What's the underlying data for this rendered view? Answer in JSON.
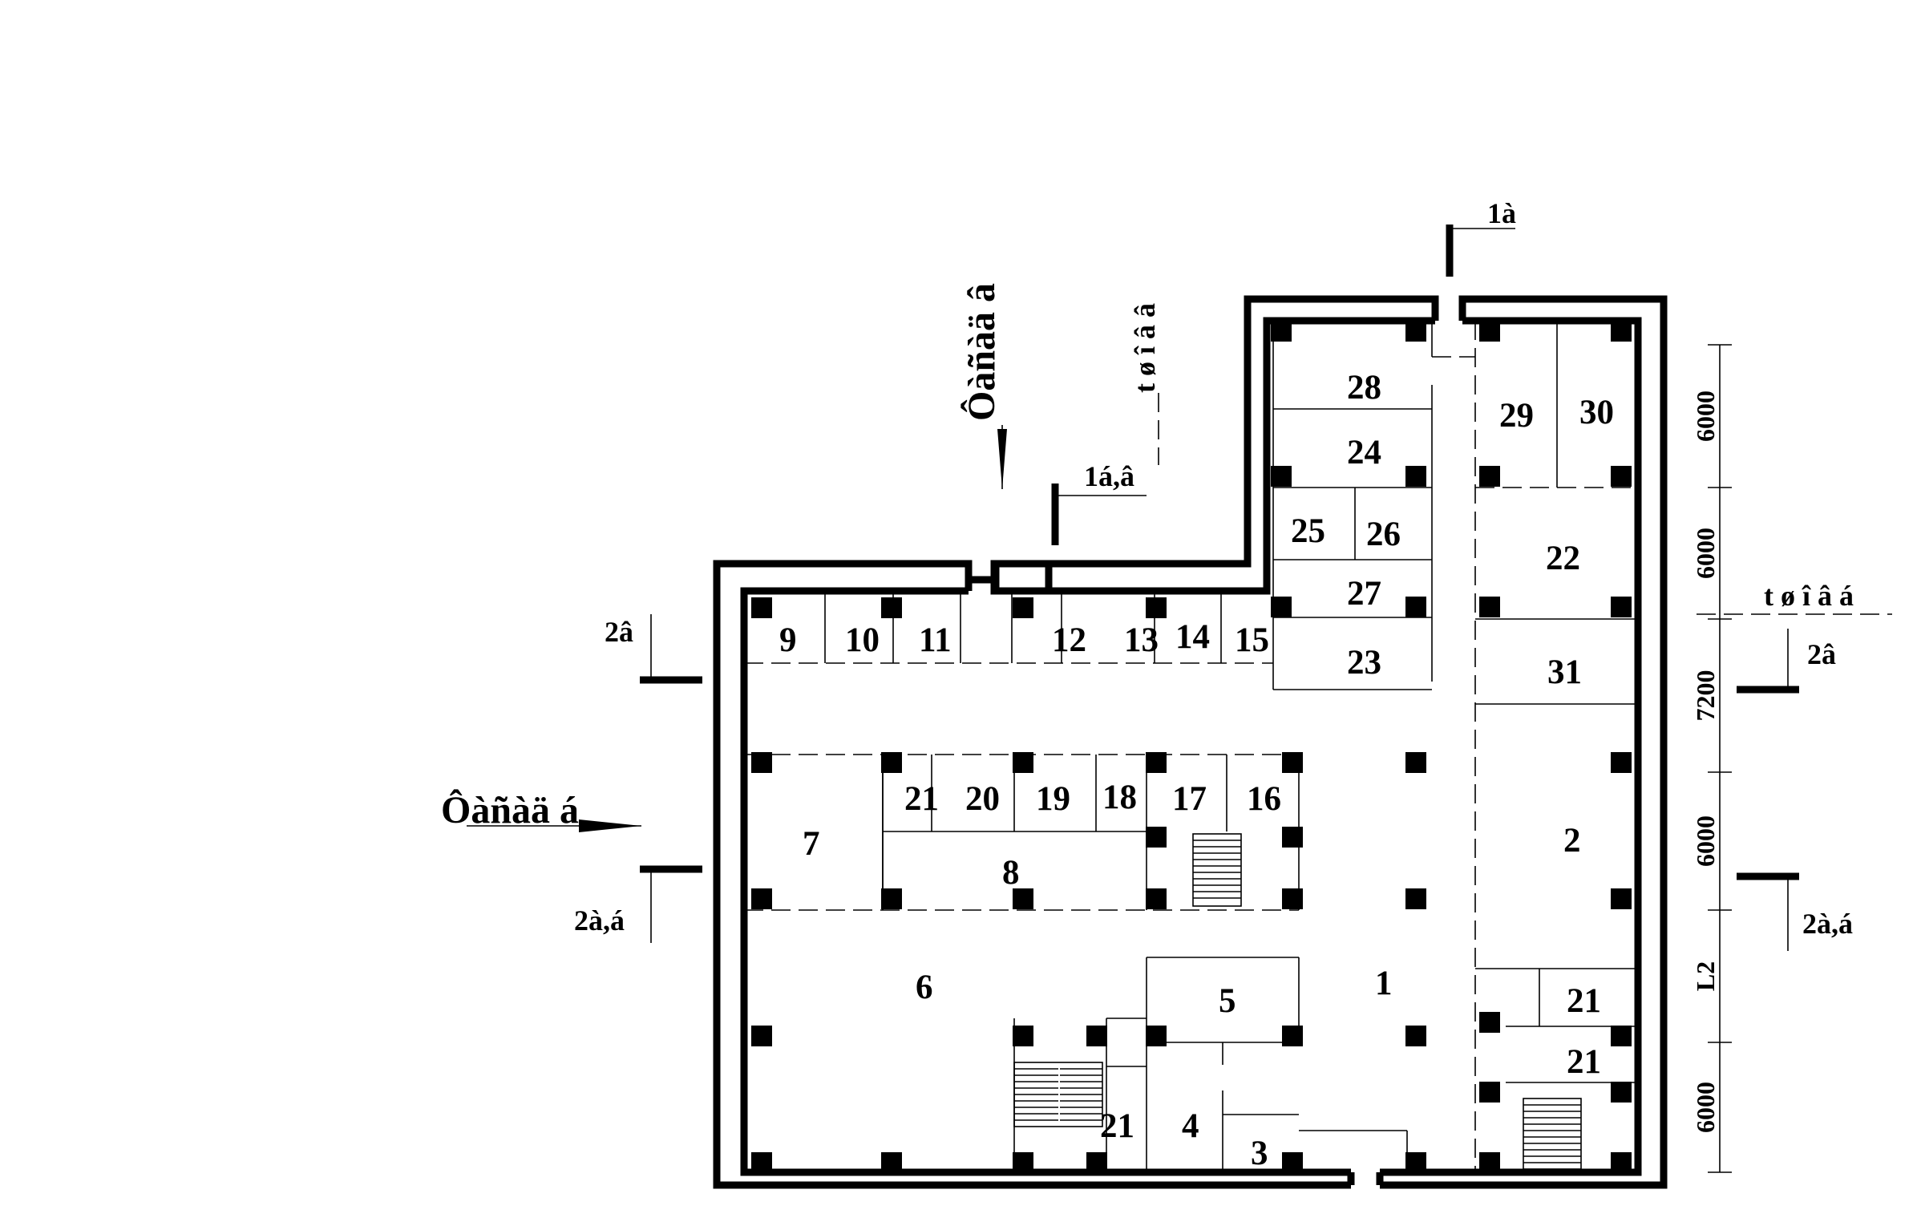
{
  "plan": {
    "rooms": [
      {
        "id": "r1",
        "label": "1"
      },
      {
        "id": "r2",
        "label": "2"
      },
      {
        "id": "r3",
        "label": "3"
      },
      {
        "id": "r4",
        "label": "4"
      },
      {
        "id": "r5",
        "label": "5"
      },
      {
        "id": "r6",
        "label": "6"
      },
      {
        "id": "r7",
        "label": "7"
      },
      {
        "id": "r8",
        "label": "8"
      },
      {
        "id": "r9",
        "label": "9"
      },
      {
        "id": "r10",
        "label": "10"
      },
      {
        "id": "r11",
        "label": "11"
      },
      {
        "id": "r12",
        "label": "12"
      },
      {
        "id": "r13",
        "label": "13"
      },
      {
        "id": "r14",
        "label": "14"
      },
      {
        "id": "r15",
        "label": "15"
      },
      {
        "id": "r16",
        "label": "16"
      },
      {
        "id": "r17",
        "label": "17"
      },
      {
        "id": "r18",
        "label": "18"
      },
      {
        "id": "r19",
        "label": "19"
      },
      {
        "id": "r20",
        "label": "20"
      },
      {
        "id": "r21a",
        "label": "21"
      },
      {
        "id": "r21b",
        "label": "21"
      },
      {
        "id": "r21c",
        "label": "21"
      },
      {
        "id": "r21d",
        "label": "21"
      },
      {
        "id": "r22",
        "label": "22"
      },
      {
        "id": "r23",
        "label": "23"
      },
      {
        "id": "r24",
        "label": "24"
      },
      {
        "id": "r25",
        "label": "25"
      },
      {
        "id": "r26",
        "label": "26"
      },
      {
        "id": "r27",
        "label": "27"
      },
      {
        "id": "r28",
        "label": "28"
      },
      {
        "id": "r29",
        "label": "29"
      },
      {
        "id": "r30",
        "label": "30"
      },
      {
        "id": "r31",
        "label": "31"
      }
    ],
    "section_marks": {
      "s_1a": "1à",
      "s_1bv": "1á,â",
      "s_2v_left": "2â",
      "s_2ab_left": "2à,á",
      "s_2v_right": "2â",
      "s_2ab_right": "2à,á"
    },
    "entrances": {
      "entrance_v": "Ôàñàä â",
      "entrance_b": "Ôàñàä á"
    },
    "axis_labels": {
      "top": "t ø î â â",
      "right": "t ø î â á"
    },
    "dimensions": [
      "6000",
      "6000",
      "7200",
      "6000",
      "L2",
      "6000"
    ]
  }
}
